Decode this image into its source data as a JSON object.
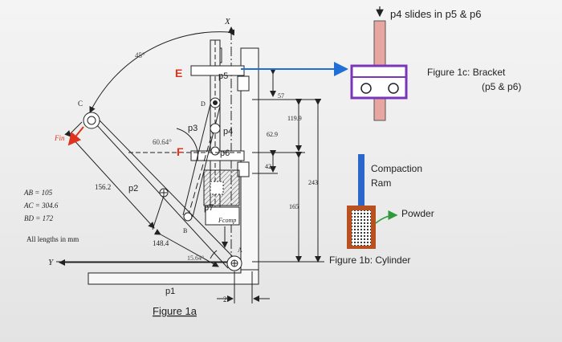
{
  "figure1a": {
    "caption": "Figure 1a",
    "points": {
      "A": "A",
      "B": "B",
      "C": "C",
      "D": "D",
      "E": "E",
      "F": "F"
    },
    "axes": {
      "x": "X",
      "y": "Y"
    },
    "force_in": "Fin",
    "force_comp": "Fcomp",
    "parts": {
      "p1": "p1",
      "p2": "p2",
      "p3": "p3",
      "p4": "p4",
      "p5": "p5",
      "p6": "p6",
      "p7": "p7"
    },
    "angles": {
      "top": "45°",
      "mid": "60.64°",
      "bottom": "15.64°"
    },
    "dims": {
      "d57": "57",
      "d119": "119.9",
      "d62": "62.9",
      "d42": "42",
      "d243": "243",
      "d165": "165",
      "d156": "156.2",
      "d148": "148.4",
      "d27": "27"
    },
    "given": [
      "AB = 105",
      "AC = 304.6",
      "BD = 172"
    ],
    "units_note": "All lengths in mm"
  },
  "figure1b": {
    "caption": "Figure 1b: Cylinder",
    "ram_label_line1": "Compaction",
    "ram_label_line2": "Ram",
    "powder_label": "Powder"
  },
  "figure1c": {
    "caption_line1": "Figure 1c: Bracket",
    "caption_line2": "(p5 & p6)",
    "note": "p4 slides in p5 & p6"
  },
  "colors": {
    "ink": "#222222",
    "blue": "#1f6fd6",
    "red": "#e0321c",
    "green": "#2e9a3a",
    "purple": "#7a35b8",
    "pink": "#e8a6a0",
    "powder": "#b8511f",
    "ram": "#2a67c9"
  }
}
